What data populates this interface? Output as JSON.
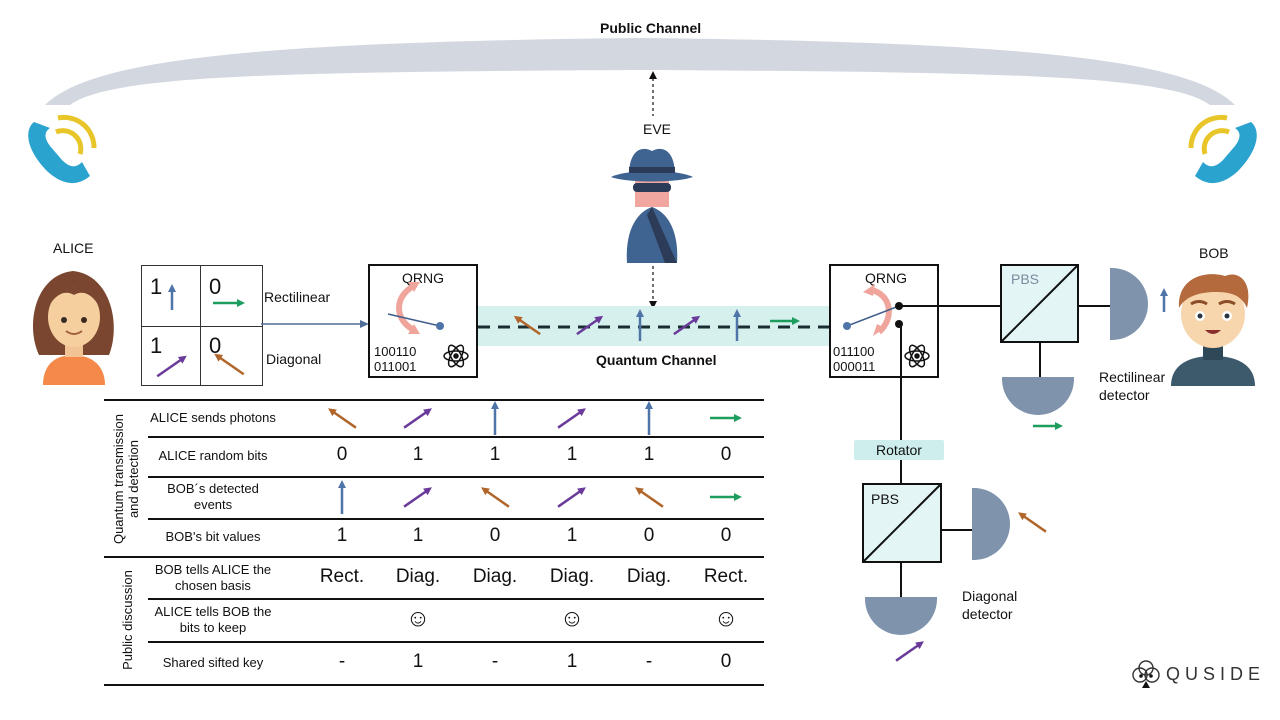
{
  "labels": {
    "public_channel": "Public Channel",
    "eve": "EVE",
    "alice": "ALICE",
    "bob": "BOB",
    "quantum_channel": "Quantum Channel",
    "rectilinear": "Rectilinear",
    "diagonal": "Diagonal",
    "rotator": "Rotator",
    "pbs": "PBS",
    "rectilinear_detector_line1": "Rectilinear",
    "rectilinear_detector_line2": "detector",
    "diagonal_detector_line1": "Diagonal",
    "diagonal_detector_line2": "detector",
    "logo": "QUSIDE"
  },
  "alice_encoding": {
    "rect_one": "1",
    "rect_zero": "0",
    "diag_one": "1",
    "diag_zero": "0"
  },
  "alice_qrng": {
    "title": "QRNG",
    "bits_line1": "100110",
    "bits_line2": "011001"
  },
  "bob_qrng": {
    "title": "QRNG",
    "bits_line1": "011100",
    "bits_line2": "000011"
  },
  "channel_photons": [
    "diag-0",
    "diag-1",
    "rect-1",
    "diag-1",
    "rect-1",
    "rect-0"
  ],
  "colors": {
    "rect_1": "#4f74a8",
    "rect_0": "#1e9e5e",
    "diag_1": "#6a3a9a",
    "diag_0": "#b0652a",
    "channel_band": "#d6f0ee",
    "public_arc": "#d3d8e0",
    "phone_blue": "#2aa3cf",
    "phone_yellow": "#e8c62a",
    "detector": "#7f93ad",
    "pbs_fill": "#e4f5f5",
    "rotator_fill": "#cdeeed",
    "rotation_arrow": "#f0a59c"
  },
  "table": {
    "section1": "Quantum transmission and detection",
    "section2": "Public discussion",
    "rows": [
      {
        "label": "ALICE sends photons",
        "cells": [
          "diag-0",
          "diag-1",
          "rect-1",
          "diag-1",
          "rect-1",
          "rect-0"
        ]
      },
      {
        "label": "ALICE random bits",
        "cells": [
          "0",
          "1",
          "1",
          "1",
          "1",
          "0"
        ]
      },
      {
        "label": "BOB´s detected events",
        "cells": [
          "rect-1",
          "diag-1",
          "diag-0",
          "diag-1",
          "diag-0",
          "rect-0"
        ]
      },
      {
        "label": "BOB's bit values",
        "cells": [
          "1",
          "1",
          "0",
          "1",
          "0",
          "0"
        ]
      },
      {
        "label": "BOB tells ALICE the chosen basis",
        "cells": [
          "Rect.",
          "Diag.",
          "Diag.",
          "Diag.",
          "Diag.",
          "Rect."
        ]
      },
      {
        "label": "ALICE tells BOB the bits to keep",
        "cells": [
          "",
          "☺",
          "",
          "☺",
          "",
          "☺"
        ]
      },
      {
        "label": "Shared sifted key",
        "cells": [
          "-",
          "1",
          "-",
          "1",
          "-",
          "0"
        ]
      }
    ],
    "row_labels_split": [
      [
        "ALICE sends photons"
      ],
      [
        "ALICE random bits"
      ],
      [
        "BOB´s detected",
        "events"
      ],
      [
        "BOB's bit values"
      ],
      [
        "BOB tells ALICE the",
        "chosen basis"
      ],
      [
        "ALICE tells BOB the",
        "bits to keep"
      ],
      [
        "Shared sifted key"
      ]
    ],
    "section1_lines": [
      "Quantum transmission",
      "and detection"
    ]
  }
}
